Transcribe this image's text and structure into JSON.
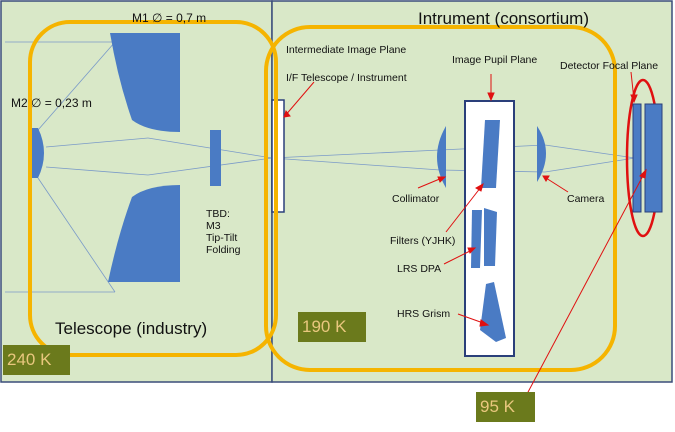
{
  "colors": {
    "panel_fill": "#d9e8c8",
    "panel_border": "#3a4d7a",
    "optic_fill": "#4a7bc4",
    "boundary_orange": "#f5b400",
    "annotation_red": "#e01010",
    "badge_bg": "#6b7a1c",
    "badge_text": "#e9c77e"
  },
  "telescope": {
    "m1_label": "M1 ∅ = 0,7 m",
    "m2_label": "M2 ∅ = 0,23 m",
    "m3_lines": [
      "TBD:",
      "M3",
      "Tip-Tilt",
      "Folding"
    ],
    "section_label": "Telescope (industry)",
    "temperature": "240 K"
  },
  "instrument": {
    "title": "Intrument (consortium)",
    "intermediate_image_plane": "Intermediate Image Plane",
    "interface": "I/F Telescope / Instrument",
    "image_pupil_plane": "Image Pupil Plane",
    "detector_focal_plane": "Detector Focal Plane",
    "collimator": "Collimator",
    "camera": "Camera",
    "filters": "Filters (YJHK)",
    "lrs_dpa": "LRS DPA",
    "hrs_grism": "HRS Grism",
    "temperature": "190 K"
  },
  "detector": {
    "temperature": "95 K"
  }
}
